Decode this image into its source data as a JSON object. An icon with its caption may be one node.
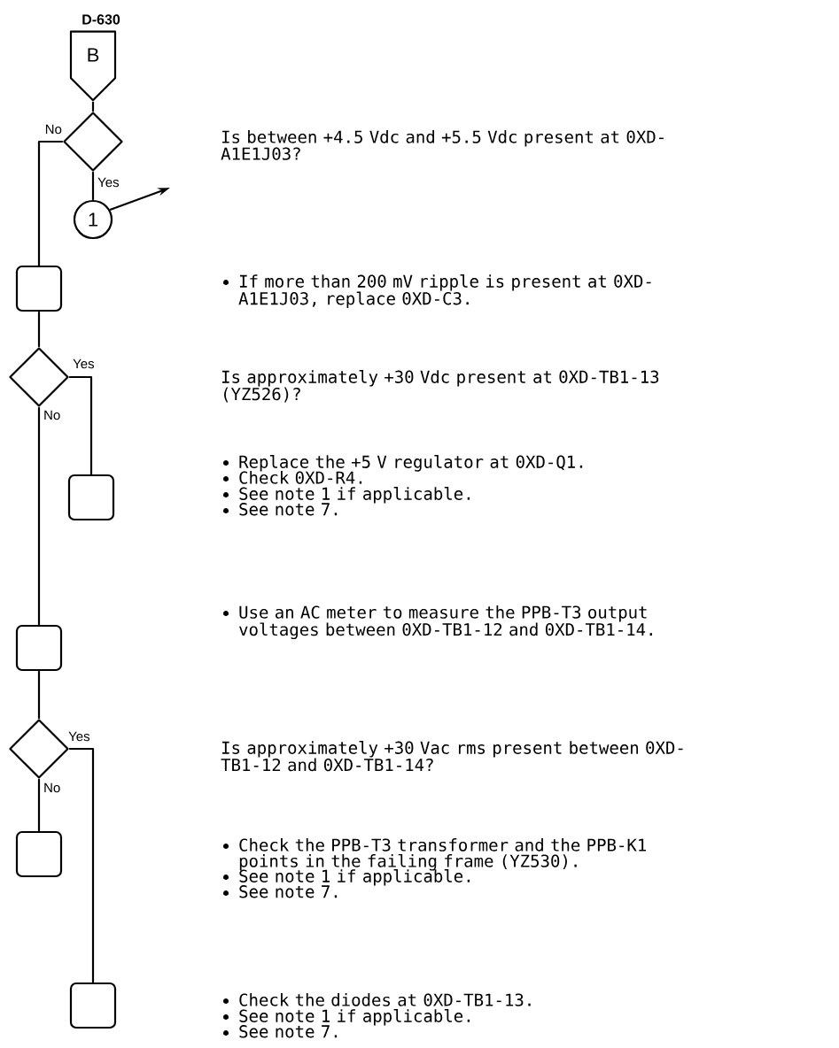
{
  "diagram": {
    "nodes": [
      {
        "text": [
          "B"
        ],
        "beside": [
          "D-630"
        ]
      },
      {
        "text": [],
        "shape": "diamond"
      },
      {
        "text": [
          "1"
        ]
      },
      {
        "text": [],
        "shape": "box"
      },
      {
        "text": [],
        "shape": "diamond"
      },
      {
        "text": [],
        "shape": "box"
      },
      {
        "text": [],
        "shape": "box"
      },
      {
        "text": [],
        "shape": "diamond"
      },
      {
        "text": [],
        "shape": "box"
      },
      {
        "text": [],
        "shape": "box"
      }
    ],
    "edges": [
      {
        "from": 0,
        "to": 1,
        "arrow": "none"
      },
      {
        "from": 1,
        "to": 2,
        "arrow": "none",
        "label": "Yes"
      },
      {
        "from": 1,
        "to": 3,
        "arrow": "none",
        "label": "No"
      },
      {
        "from": 2,
        "to": null,
        "arrow": "to"
      },
      {
        "from": 3,
        "to": 4,
        "arrow": "none"
      },
      {
        "from": 4,
        "to": 5,
        "arrow": "none",
        "label": "Yes"
      },
      {
        "from": 4,
        "to": 6,
        "arrow": "none",
        "label": "No"
      },
      {
        "from": 6,
        "to": 7,
        "arrow": "none"
      },
      {
        "from": 7,
        "to": 8,
        "arrow": "none",
        "label": "No"
      },
      {
        "from": 7,
        "to": 9,
        "arrow": "none",
        "label": "Yes"
      }
    ],
    "labels": [
      "Is between +4.5 Vdc and +5.5 Vdc present at 0XD-A1E1J03?",
      "If more than 200 mV ripple is present at 0XD-A1E1J03, replace 0XD-C3.",
      "Is approximately +30 Vdc present at 0XD-TB1-13 (YZ526)?",
      "Replace the +5 V regulator at 0XD-Q1.",
      "Check 0XD-R4.",
      "See note 1 if applicable.",
      "See note 7.",
      "Use an AC meter to measure the PPB-T3 output voltages between 0XD-TB1-12 and 0XD-TB1-14.",
      "Is approximately +30 Vac rms present between 0XD-TB1-12 and 0XD-TB1-14?",
      "Check the PPB-T3 transformer and the PPB-K1 points in the failing frame (YZ530).",
      "See note 1 if applicable.",
      "See note 7.",
      "Check the diodes at 0XD-TB1-13.",
      "See note 1 if applicable.",
      "See note 7."
    ]
  }
}
